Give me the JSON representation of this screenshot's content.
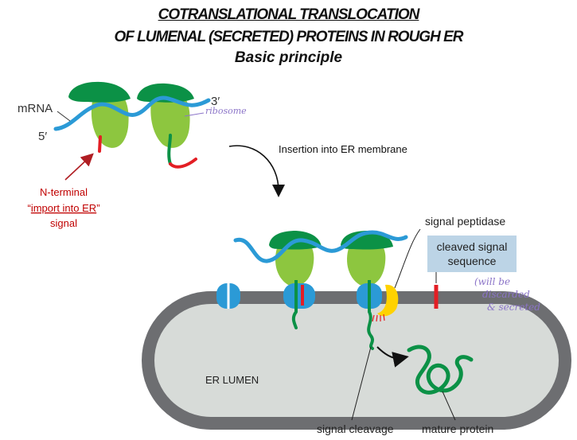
{
  "title": {
    "line1": "COTRANSLATIONAL TRANSLOCATION",
    "line2": "OF LUMENAL (SECRETED) PROTEINS IN ROUGH ER",
    "line3": "Basic principle"
  },
  "top_labels": {
    "mrna": "mRNA",
    "five_prime": "5′",
    "three_prime": "3′",
    "ribosome_note": "ribosome"
  },
  "signal_label": {
    "line1": "N-terminal",
    "line2_quote_open": "“",
    "line2_link": "import into ER",
    "line2_quote_close": "”",
    "line3": "signal"
  },
  "insertion_label": "Insertion into ER membrane",
  "bottom_labels": {
    "signal_peptidase": "signal peptidase",
    "cleaved_line1": "cleaved signal",
    "cleaved_line2": "sequence",
    "er_lumen": "ER LUMEN",
    "signal_cleavage": "signal cleavage",
    "mature_protein": "mature protein"
  },
  "handwritten_note": {
    "line1": "(will be",
    "line2": "discarded",
    "line3": "& secreted"
  },
  "colors": {
    "ribosome_large": "#0b9146",
    "ribosome_small": "#8dc63f",
    "mrna": "#2b9ad6",
    "signal": "#e31e24",
    "chain": "#0b9146",
    "peptidase": "#ffd200",
    "cleaved_box": "#bcd4e6",
    "er_lumen": "#d7dbd8",
    "membrane": "#6d6e71",
    "note_ink": "#8b74c8",
    "signal_text": "#c00000"
  }
}
